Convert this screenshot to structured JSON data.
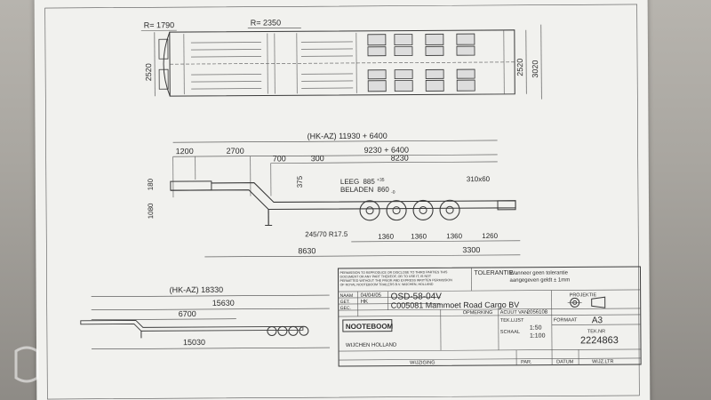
{
  "top_view": {
    "radius_front": "R= 1790",
    "radius_rear": "R= 2350",
    "width_left": "2520",
    "width_right_inner": "2520",
    "width_right_outer": "3020"
  },
  "side_view": {
    "overall": "(HK-AZ) 11930 + 6400",
    "dim_1200": "1200",
    "dim_2700": "2700",
    "dim_9230": "9230 + 6400",
    "dim_700": "700",
    "dim_300": "300",
    "dim_8230": "8230",
    "dim_375": "375",
    "dim_180": "180",
    "dim_1080": "1080",
    "leeg": "LEEG",
    "leeg_value": "885",
    "beladen": "BELADEN",
    "beladen_value": "860",
    "tol_plus": "+35",
    "tol_minus": "-0",
    "beam": "310x60",
    "tire": "245/70 R17.5",
    "axle_1": "1360",
    "axle_2": "1360",
    "axle_3": "1360",
    "axle_4": "1260",
    "dim_8630": "8630",
    "dim_3300": "3300"
  },
  "small_view": {
    "overall": "(HK-AZ) 18330",
    "dim_15630": "15630",
    "dim_6700": "6700",
    "dim_15030": "15030"
  },
  "title_block": {
    "disclaimer": "PERMISSION TO REPRODUCE OR DISCLOSE TO THIRD PARTIES THIS DOCUMENT OR ANY PART THEREOF, OR TO USE IT, IS NOT PERMITTED WITHOUT THE PRIOR AND EXPRESS WRITTEN PERMISSION OF ROYAL NOOTEBOOM TRAILERS B.V. WIJCHEN, HOLLAND",
    "tolerantie_label": "TOLERANTIE",
    "tolerantie_text_1": "Wanneer geen tolerantie",
    "tolerantie_text_2": "aangegeven geldt ± 1mm",
    "row_labels": [
      "NAAM",
      "GET.",
      "GEC."
    ],
    "date": "04/04/05",
    "get_value": "HK",
    "drawing_code": "OSD-58-04V",
    "description": "C005081 Mammoet Road Cargo BV",
    "projektie_label": "PROJEKTIE",
    "opmerking_label": "OPMERKING",
    "acuut_label": "ACUUT VAN",
    "acuut_value": "2056108",
    "tek_lijst_label": "TEK.LIJST",
    "schaal_label": "SCHAAL",
    "schaal_1": "1:50",
    "schaal_2": "1:100",
    "formaat_label": "FORMAAT",
    "formaat_value": "A3",
    "tek_nr_label": "TEK.NR",
    "tek_nr_value": "2224863",
    "logo_text": "NOOTEBOOM",
    "location": "WIJCHEN    HOLLAND",
    "wijziging_label": "WIJZIGING",
    "par_label": "PAR.",
    "datum_label": "DATUM",
    "wijz_label": "WIJZ.LTR"
  }
}
